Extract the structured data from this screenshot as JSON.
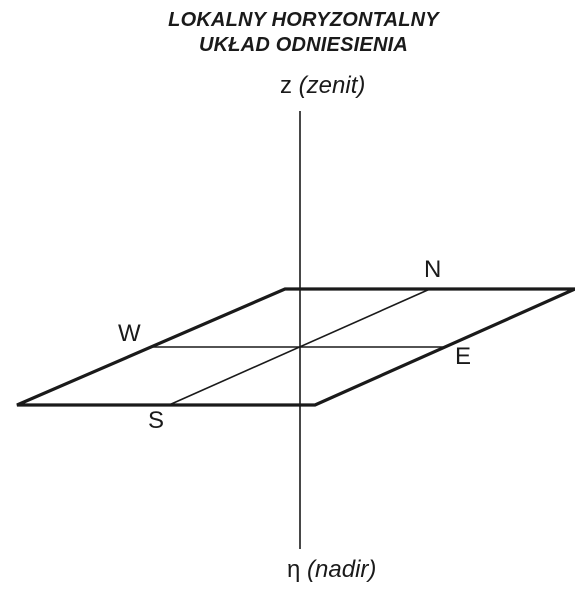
{
  "title": {
    "line1": "LOKALNY HORYZONTALNY",
    "line2": "UKŁAD ODNIESIENIA"
  },
  "axis": {
    "zenith_symbol": "z",
    "zenith_text": "(zenit)",
    "nadir_symbol": "η",
    "nadir_text": "(nadir)"
  },
  "directions": {
    "north": "N",
    "south": "S",
    "east": "E",
    "west": "W"
  },
  "colors": {
    "line": "#1a1a1a",
    "background": "#ffffff"
  }
}
